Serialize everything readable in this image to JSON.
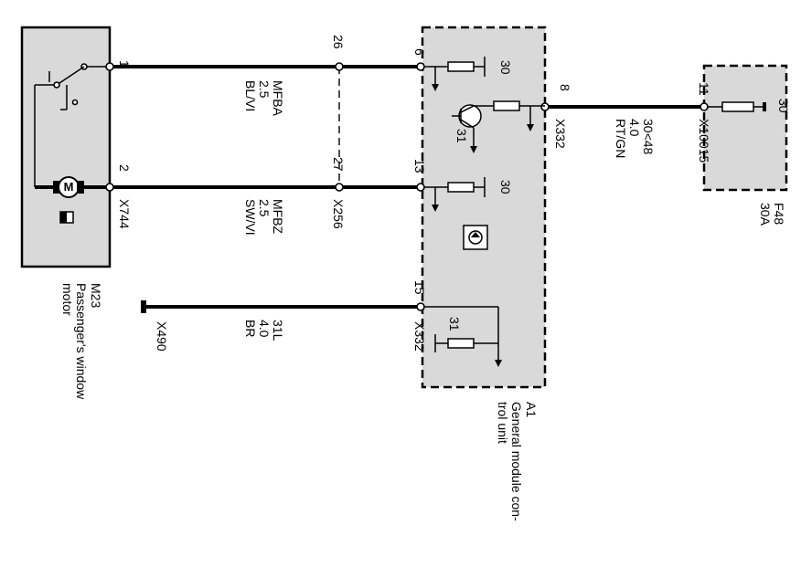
{
  "components": {
    "m23": {
      "ref": "M23",
      "name_line1": "Passenger's window",
      "name_line2": "motor",
      "connector": "X744",
      "motor_symbol": "M"
    },
    "a1": {
      "ref": "A1",
      "name_line1": "General module con-",
      "name_line2": "trol unit",
      "connector_supply": "X332",
      "connector_ground": "X332"
    },
    "f48": {
      "ref": "F48",
      "rating": "30A",
      "connector": "X10015",
      "terminal": "30"
    }
  },
  "pins": {
    "m23_1": "1",
    "m23_2": "2",
    "x256_26": "26",
    "x256_27": "27",
    "a1_6": "6",
    "a1_13": "13",
    "a1_15": "15",
    "a1_8": "8",
    "f48_11": "11"
  },
  "terminals": {
    "t30_top": "30",
    "t30_mid": "30",
    "t31_transistor": "31",
    "t31_ground": "31",
    "t30_fuse": "30"
  },
  "wires": {
    "mfba": {
      "signal": "MFBA",
      "size": "2.5",
      "color": "BL/VI"
    },
    "mfbz": {
      "signal": "MFBZ",
      "size": "2.5",
      "color": "SW/VI"
    },
    "ground": {
      "signal": "31L",
      "size": "4.0",
      "color": "BR",
      "ground_point": "X490"
    },
    "supply": {
      "signal": "30<48",
      "size": "4.0",
      "color": "RT/GN"
    }
  },
  "connectors": {
    "mid": "X256"
  }
}
